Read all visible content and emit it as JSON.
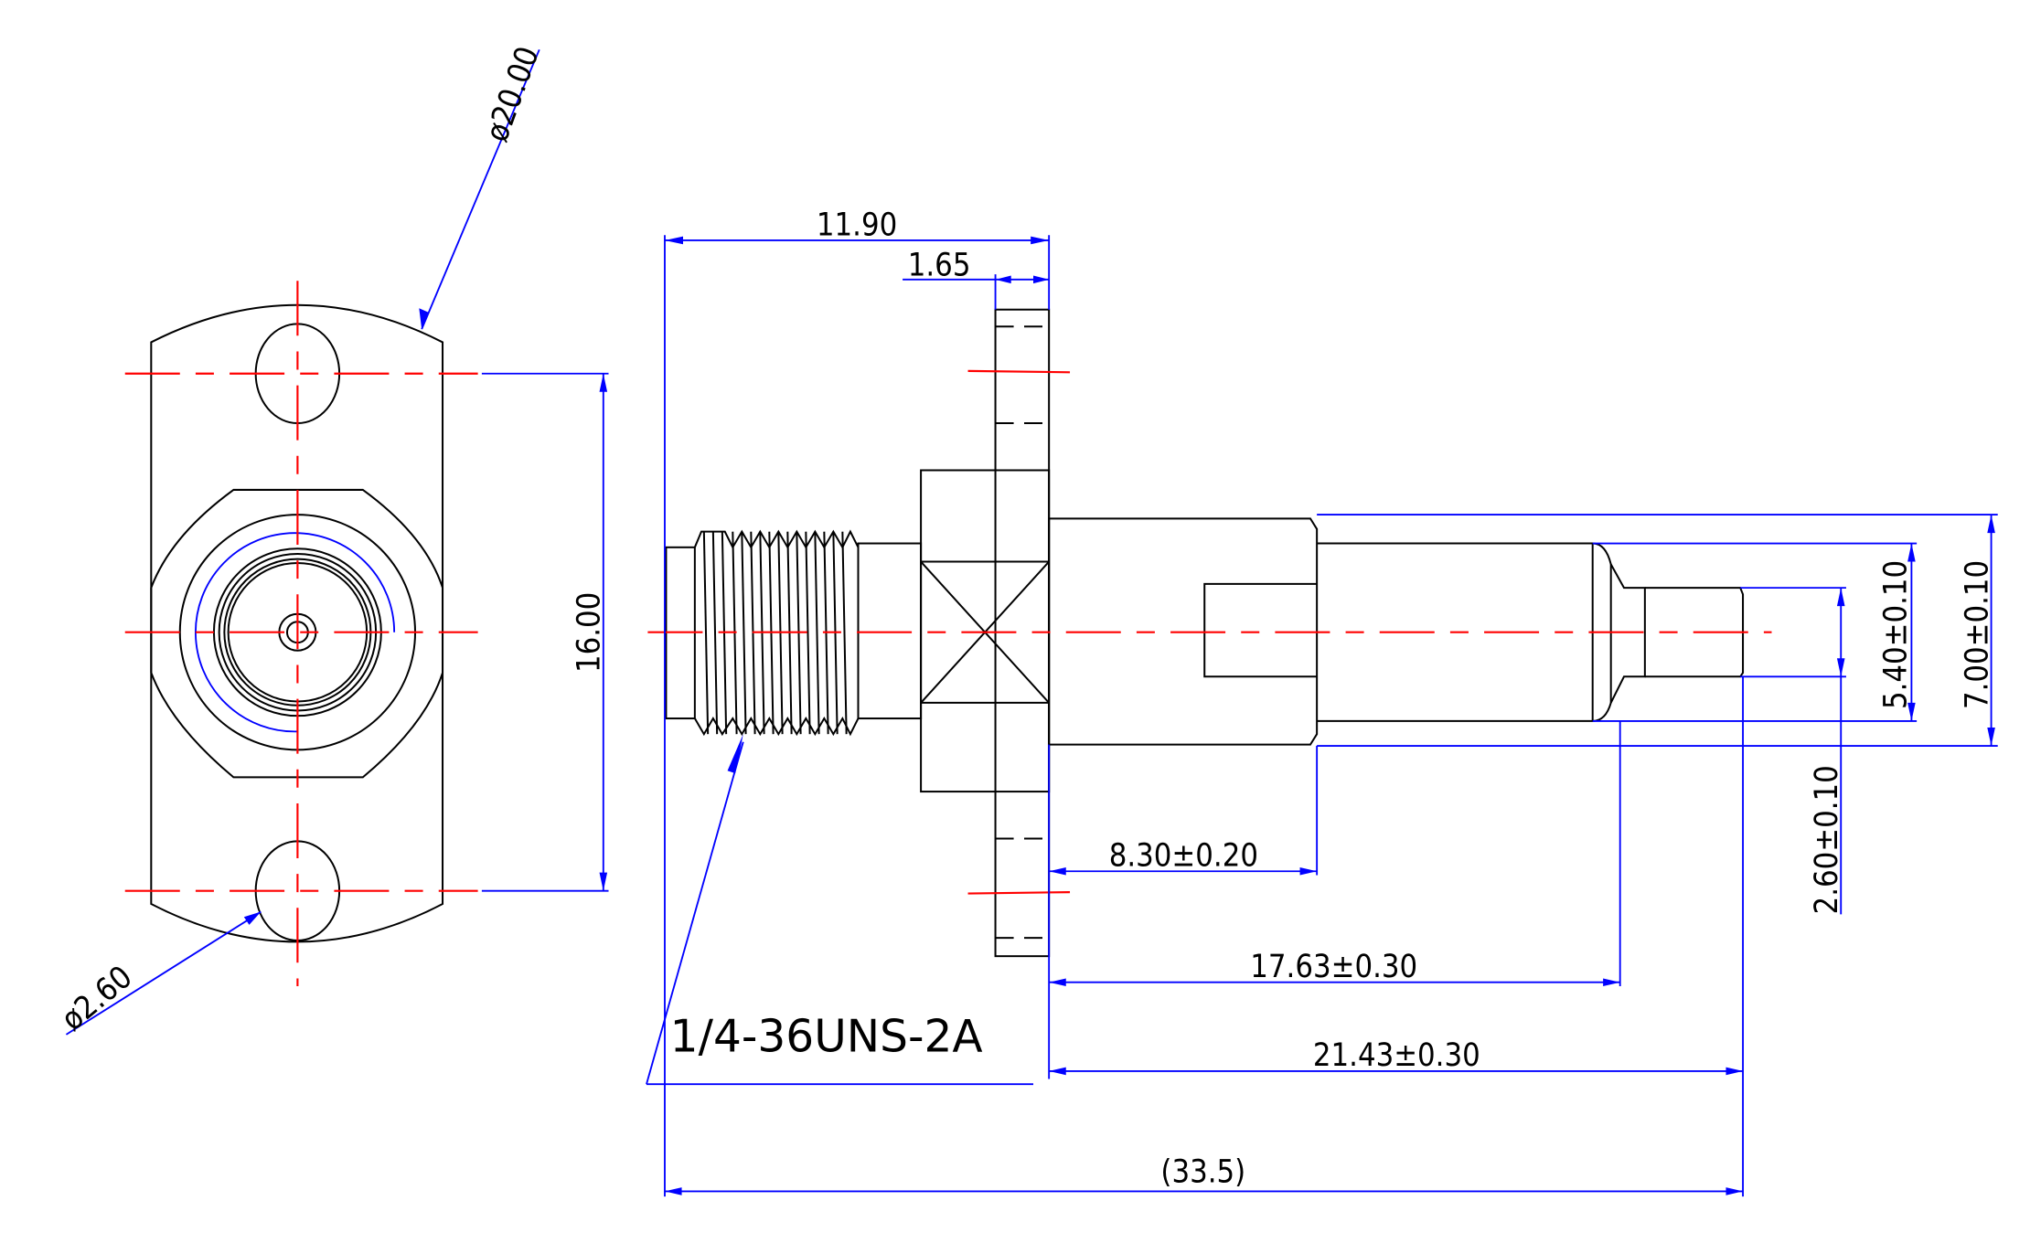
{
  "drawing": {
    "title": "SMA connector 2-hole flange dimension drawing",
    "front_view": {
      "body_arc_diameter": "ø20.00",
      "hole_spacing": "16.00",
      "hole_diameter": "ø2.60"
    },
    "side_view": {
      "overall_thread_to_flange": "11.90",
      "flange_thickness": "1.65",
      "thread_spec": "1/4-36UNS-2A",
      "pin_dia_small": "2.60±0.10",
      "body_dia_mid": "5.40±0.10",
      "body_dia_large": "7.00±0.10",
      "len_body": "8.30±0.20",
      "len_to_shoulder": "17.63±0.30",
      "len_to_pin_end": "21.43±0.30",
      "overall_length": "(33.5)"
    }
  },
  "colors": {
    "geometry": "#000000",
    "centerline": "#ff0000",
    "dimension": "#0000ff"
  }
}
